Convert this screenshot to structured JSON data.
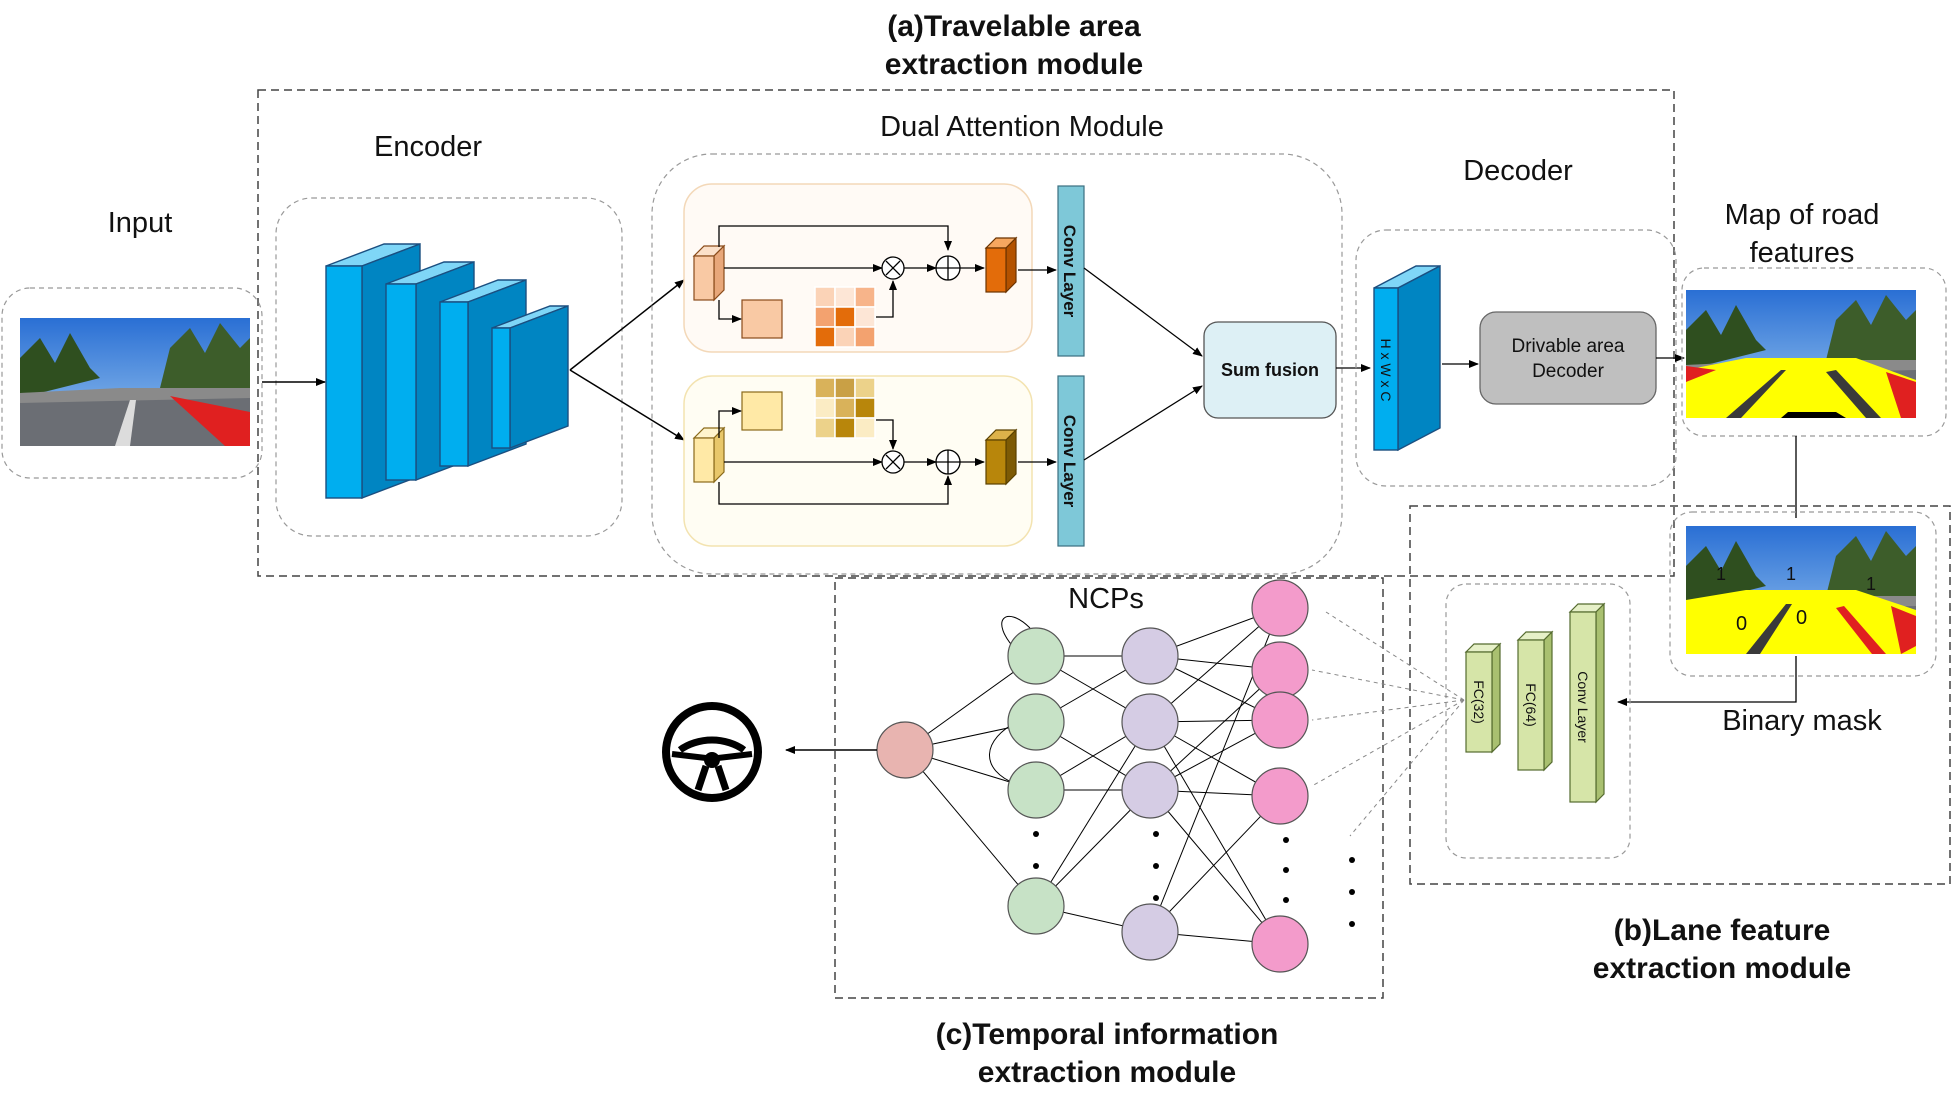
{
  "modules": {
    "travelable": {
      "line1": "(a)Travelable area",
      "line2": "extraction module"
    },
    "lane": {
      "line1": "(b)Lane feature",
      "line2": "extraction module"
    },
    "temporal": {
      "line1": "(c)Temporal information",
      "line2": "extraction module"
    }
  },
  "labels": {
    "input": "Input",
    "encoder": "Encoder",
    "dual_attention": "Dual Attention Module",
    "decoder": "Decoder",
    "map_line1": "Map of road",
    "map_line2": "features",
    "binary_mask": "Binary mask",
    "ncps": "NCPs"
  },
  "blocks": {
    "conv_layer_top": "Conv Layer",
    "conv_layer_bottom": "Conv Layer",
    "sum_fusion": "Sum fusion",
    "hwc": "H x W x C",
    "drivable_line1": "Drivable area",
    "drivable_line2": "Decoder",
    "fc32": "FC(32)",
    "fc64": "FC(64)",
    "lane_conv": "Conv Layer"
  },
  "mask_annotations": {
    "one": "1",
    "zero": "0"
  },
  "colors": {
    "encoder_blue": "#00AEEF",
    "conv_teal": "#7EC8D8",
    "orange_dark": "#E36C0A",
    "orange_light": "#F9C9A4",
    "gold_dark": "#B8860B",
    "gold_light": "#FFE9A6",
    "sum_fusion_fill": "#DDF0F5",
    "decoder_gray": "#BFBFBF",
    "fc_green": "#D6E5A8",
    "node_pink": "#F39BCB",
    "node_purple": "#D5CCE4",
    "node_green": "#C7E2C6",
    "node_output": "#E8B4B0",
    "road_yellow": "#FFFF00"
  },
  "icons": [
    "steering-wheel-icon",
    "circle-times-icon",
    "circle-plus-icon"
  ]
}
